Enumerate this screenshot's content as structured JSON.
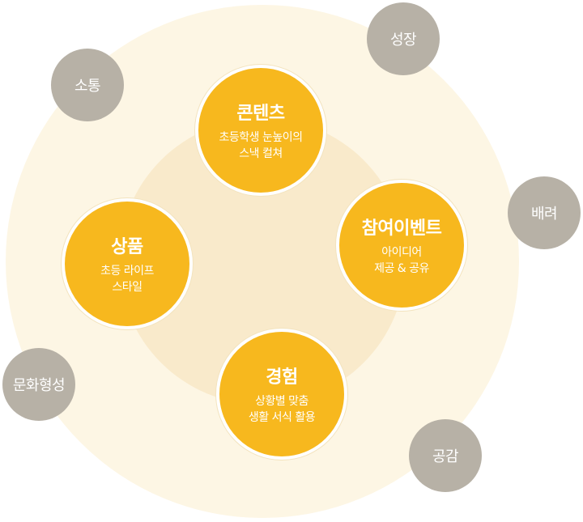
{
  "nodes": {
    "content": {
      "title": "콘텐츠",
      "line1": "초등학생 눈높이의",
      "line2": "스낵 컬쳐"
    },
    "event": {
      "title": "참여이벤트",
      "line1": "아이디어",
      "line2": "제공 & 공유"
    },
    "experience": {
      "title": "경험",
      "line1": "상황별 맞춤",
      "line2": "생활 서식 활용"
    },
    "product": {
      "title": "상품",
      "line1": "초등 라이프",
      "line2": "스타일"
    }
  },
  "tags": {
    "communication": "소통",
    "growth": "성장",
    "consideration": "배려",
    "empathy": "공감",
    "culture": "문화형성"
  },
  "colors": {
    "node_fill": "#f7b81e",
    "tag_fill": "#b7b1a6",
    "outer_ring": "#fdf6e4",
    "inner_ring": "#f9eacb"
  }
}
